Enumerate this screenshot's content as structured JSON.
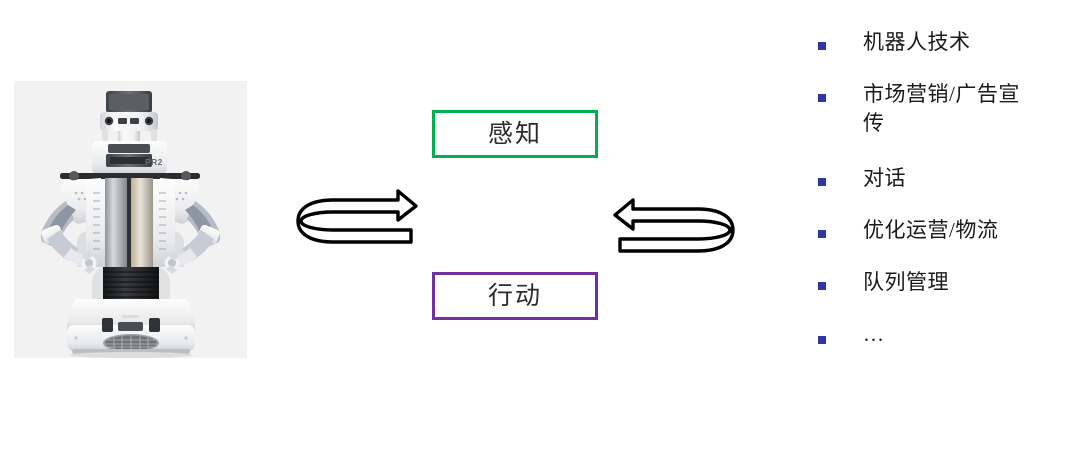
{
  "slide": {
    "background_color": "#ffffff"
  },
  "photo": {
    "alt_name": "pr2-robot-photograph",
    "label_on_robot": "PR2",
    "frame_color": "#eeeeee"
  },
  "diagram": {
    "perception_box": {
      "label": "感知",
      "border_color": "#00b050",
      "fill_color": "#ffffff"
    },
    "action_box": {
      "label": "行动",
      "border_color": "#7030a0",
      "fill_color": "#ffffff"
    },
    "arrows": [
      {
        "name": "cycle-arrow-left",
        "direction": "clockwise-up-right",
        "stroke_color": "#000000"
      },
      {
        "name": "cycle-arrow-right",
        "direction": "clockwise-down-left",
        "stroke_color": "#000000"
      }
    ]
  },
  "applications": {
    "bullet_color": "#3333aa",
    "items": [
      {
        "label": "机器人技术"
      },
      {
        "label": "市场营销/广告宣\n传"
      },
      {
        "label": "对话"
      },
      {
        "label": "优化运营/物流"
      },
      {
        "label": "队列管理"
      },
      {
        "label": "…"
      }
    ]
  }
}
